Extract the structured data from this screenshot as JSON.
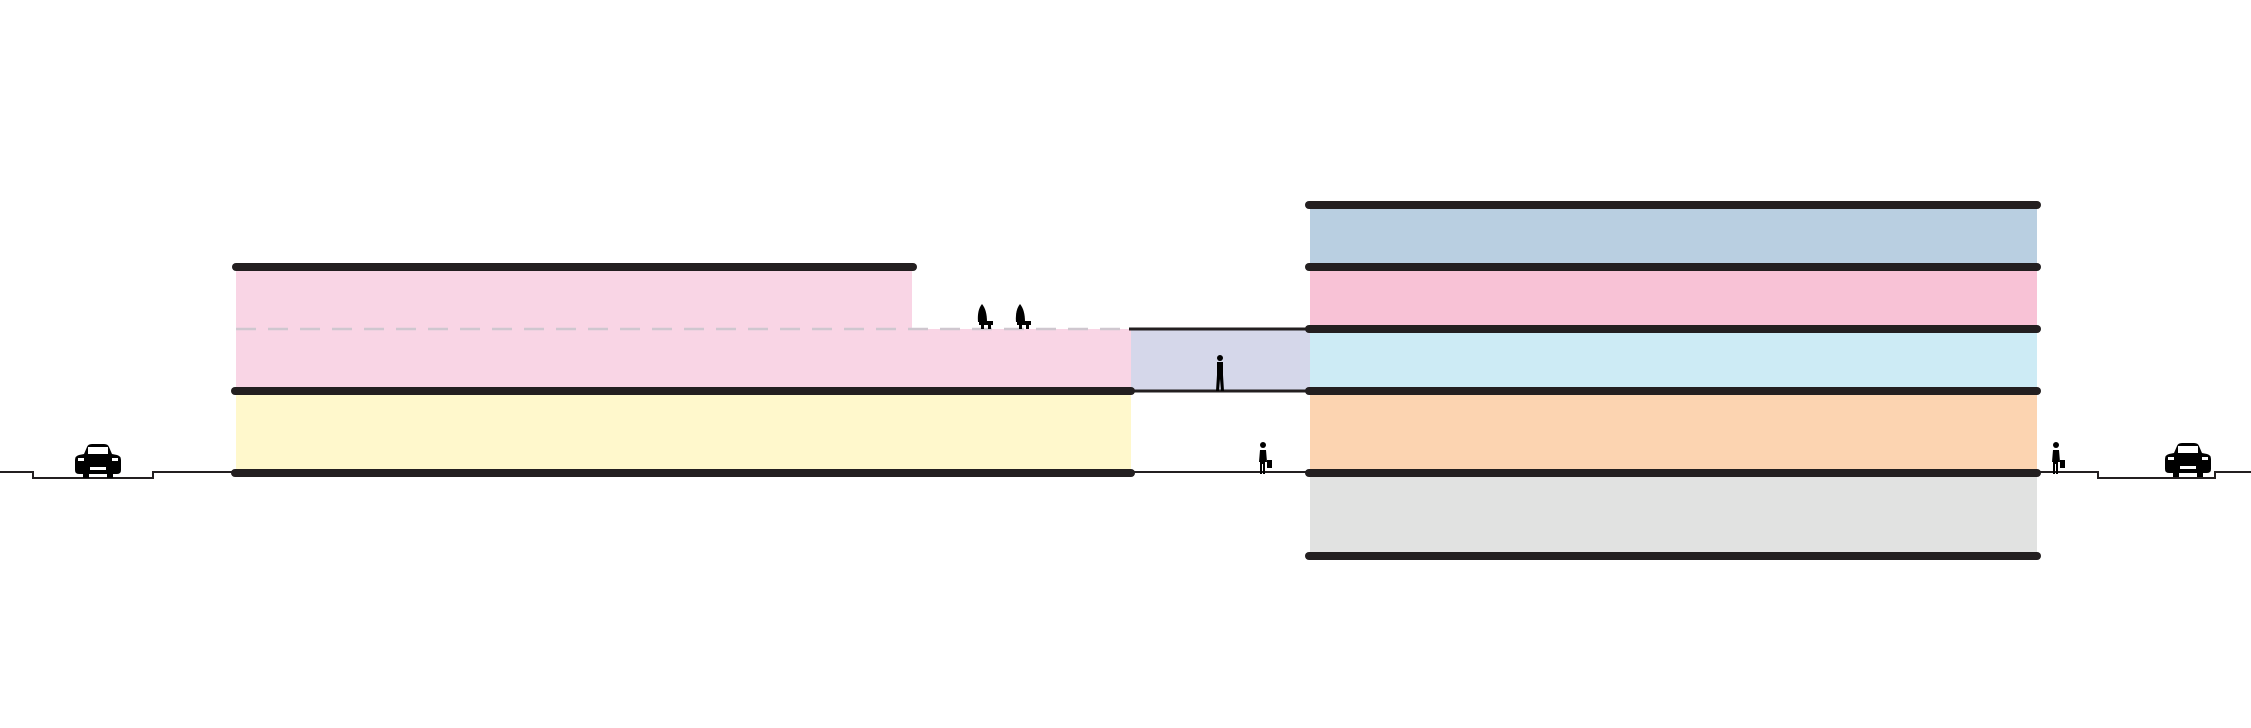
{
  "diagram": {
    "type": "building-section",
    "colors": {
      "background": "#ffffff",
      "slab": "#231f20",
      "ground_line": "#231f20",
      "figure": "#000000",
      "dashed_line": "#cfc7cf",
      "west_level_1": "#fff8cc",
      "west_level_2": "#f9d5e5",
      "bridge": "#d5d7ea",
      "east_basement": "#e1e2e1",
      "east_level_1": "#fcd4b1",
      "east_level_2": "#cdebf5",
      "east_level_3": "#f8c2d6",
      "east_level_4": "#b9cfe1"
    },
    "icons": [
      "car-icon",
      "pedestrian-icon",
      "seated-people-icon",
      "standing-person-icon"
    ],
    "volumes": [
      {
        "name": "west-level-1",
        "color_key": "west_level_1"
      },
      {
        "name": "west-level-2",
        "color_key": "west_level_2"
      },
      {
        "name": "bridge-link",
        "color_key": "bridge"
      },
      {
        "name": "east-basement",
        "color_key": "east_basement"
      },
      {
        "name": "east-level-1",
        "color_key": "east_level_1"
      },
      {
        "name": "east-level-2",
        "color_key": "east_level_2"
      },
      {
        "name": "east-level-3",
        "color_key": "east_level_3"
      },
      {
        "name": "east-level-4",
        "color_key": "east_level_4"
      }
    ]
  }
}
